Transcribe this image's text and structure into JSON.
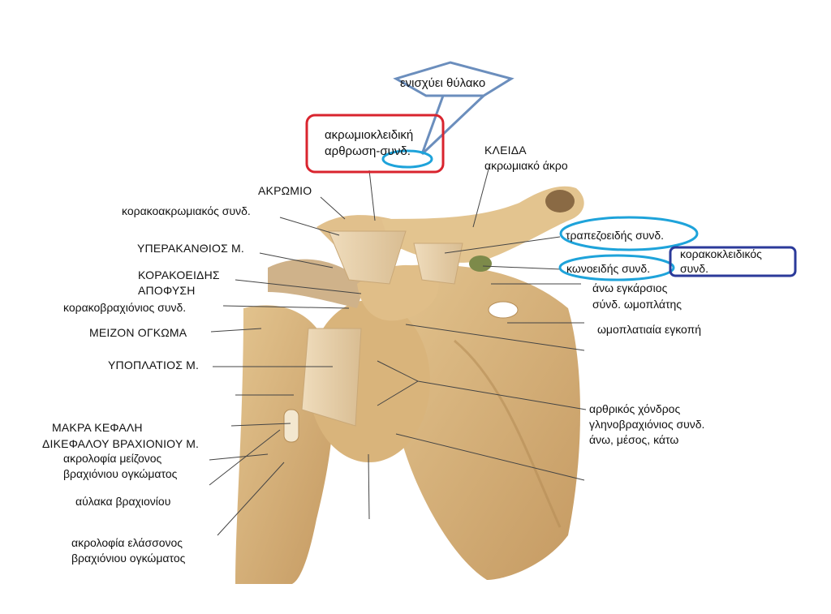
{
  "callouts": {
    "enhances_capsule": "ενισχύει θύλακο",
    "ac_joint_line1": "ακρωμιοκλειδική",
    "ac_joint_line2": "αρθρωση-συνδ.",
    "coracoclavicular_line1": "κορακοκλειδικός",
    "coracoclavicular_line2": "συνδ."
  },
  "labels_left": [
    "ΑΚΡΩΜΙΟ",
    "κορακοακρωμιακός συνδ.",
    "ΥΠΕΡΑΚΑΝΘΙΟΣ Μ.",
    "ΚΟΡΑΚΟΕΙΔΗΣ",
    "ΑΠΟΦΥΣΗ",
    "κορακοβραχιόνιος συνδ.",
    "ΜΕΙΖΟΝ ΟΓΚΩΜΑ",
    "ΥΠΟΠΛΑΤΙΟΣ Μ.",
    "ΜΑΚΡΑ ΚΕΦΑΛΗ",
    "ΔΙΚΕΦΑΛΟΥ ΒΡΑΧΙΟΝΙΟΥ Μ.",
    "ακρολοφία μείζονος",
    "βραχιόνιου ογκώματος",
    "αύλακα βραχιονίου",
    "ακρολοφία ελάσσονος",
    "βραχιόνιου ογκώματος"
  ],
  "labels_right": [
    "ΚΛΕΙΔΑ",
    "ακρωμιακό άκρο",
    "τραπεζοειδής συνδ.",
    "κωνοειδής συνδ.",
    "άνω εγκάρσιος",
    "σύνδ. ωμοπλάτης",
    "ωμοπλατιαία εγκοπή",
    "αρθρικός χόνδρος",
    "γληνοβραχιόνιος συνδ.",
    "άνω, μέσος, κάτω"
  ],
  "colors": {
    "bone": "#d8b682",
    "bone_dark": "#b58d57",
    "ligament": "#e6cfa8",
    "red_box": "#d9242e",
    "cyan_ellipse": "#1ea3da",
    "navy_box": "#2b3a9a",
    "pentagon": "#6b8ebd"
  }
}
